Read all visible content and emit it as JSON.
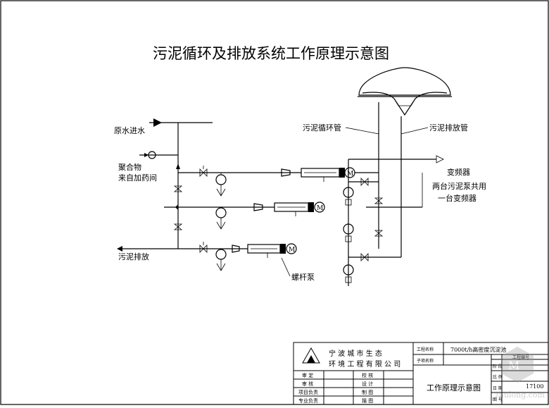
{
  "title": "污泥循环及排放系统工作原理示意图",
  "labels": {
    "raw_water_in": "原水进水",
    "polymer_line1": "聚合物",
    "polymer_line2": "来自加药间",
    "sludge_recycle_pipe": "污泥循环管",
    "sludge_discharge_pipe": "污泥排放管",
    "vfd": "变频器",
    "vfd_note_line1": "两台污泥泵共用",
    "vfd_note_line2": "一台变频器",
    "sludge_discharge": "污泥排放",
    "screw_pump": "螺杆泵"
  },
  "title_block": {
    "company_line1": "宁 波        城 市 生 态",
    "company_line2": "环 境 工 程 有 限 公 司",
    "project_name_label": "工程名称",
    "project_name_value": "7000t/h高密度沉淀池",
    "sub_project_label": "子项名称",
    "project_no_label": "工程编号",
    "drawing_title": "工作原理示意图",
    "drawing_no": "17100",
    "approved_label": "审 定",
    "checked_label": "校 核",
    "reviewed_label": "审 核",
    "designed_label": "设 计",
    "project_lead_label": "项目负责",
    "drawn_label": "制 图",
    "discipline_lead_label": "专业负责",
    "draft_label": "描 图",
    "stage_label": "阶 段",
    "scale_label": "比 例",
    "date_label": "日 期",
    "sheet_label": "图 号"
  },
  "watermark": "zhulong.com"
}
